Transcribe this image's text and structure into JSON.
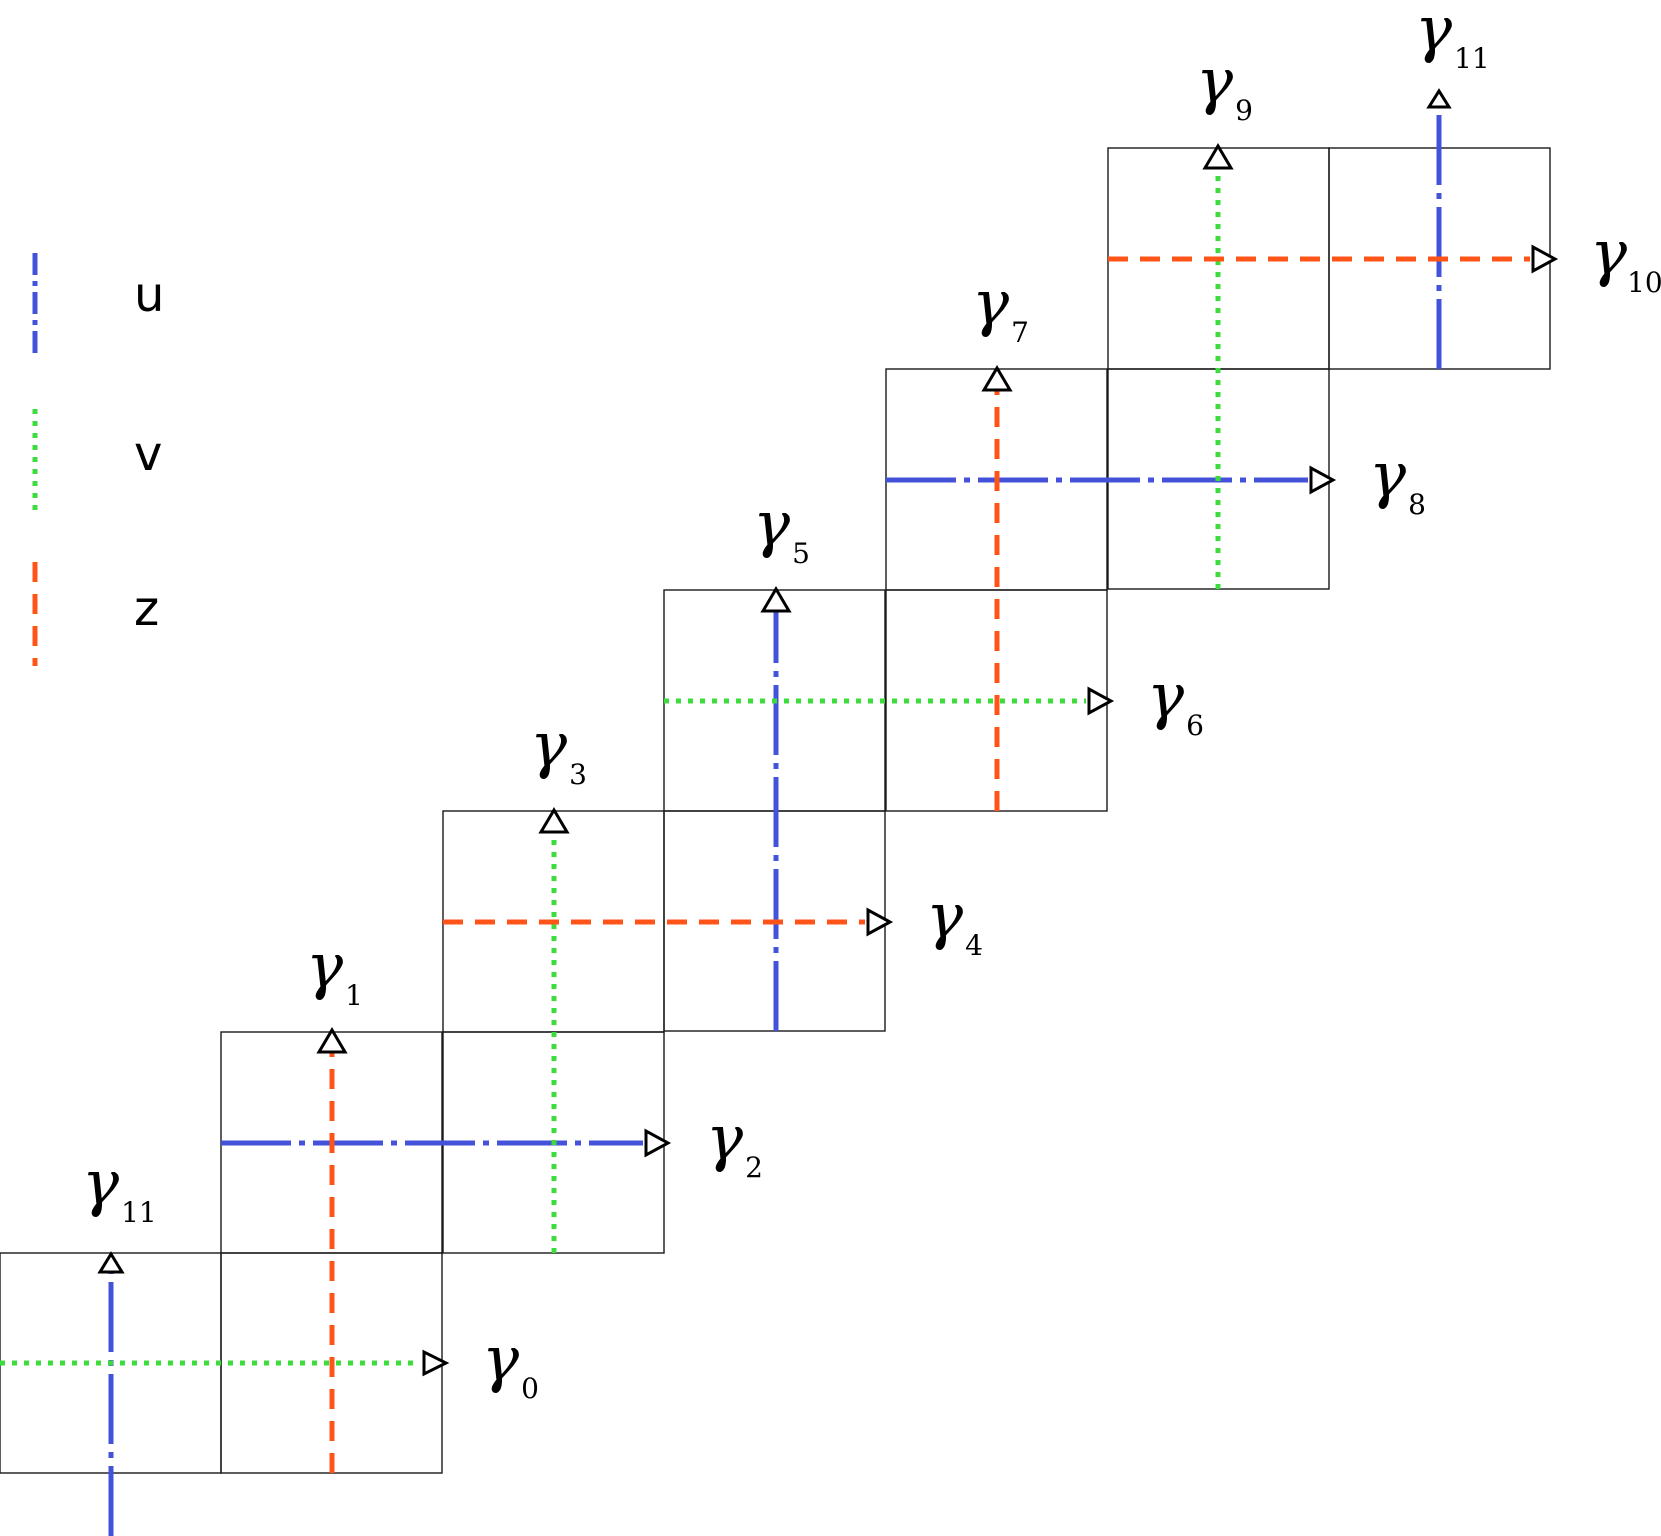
{
  "legend": [
    {
      "name": "u",
      "color": "#4352d8",
      "style": "dashdot"
    },
    {
      "name": "v",
      "color": "#3ddc3d",
      "style": "dotted"
    },
    {
      "name": "z",
      "color": "#ff5418",
      "style": "dashed"
    }
  ],
  "labels": [
    {
      "symbol": "γ",
      "sub": "0"
    },
    {
      "symbol": "γ",
      "sub": "1"
    },
    {
      "symbol": "γ",
      "sub": "2"
    },
    {
      "symbol": "γ",
      "sub": "3"
    },
    {
      "symbol": "γ",
      "sub": "4"
    },
    {
      "symbol": "γ",
      "sub": "5"
    },
    {
      "symbol": "γ",
      "sub": "6"
    },
    {
      "symbol": "γ",
      "sub": "7"
    },
    {
      "symbol": "γ",
      "sub": "8"
    },
    {
      "symbol": "γ",
      "sub": "9"
    },
    {
      "symbol": "γ",
      "sub": "10"
    },
    {
      "symbol": "γ",
      "sub": "11"
    },
    {
      "symbol": "γ",
      "sub": "11"
    }
  ]
}
